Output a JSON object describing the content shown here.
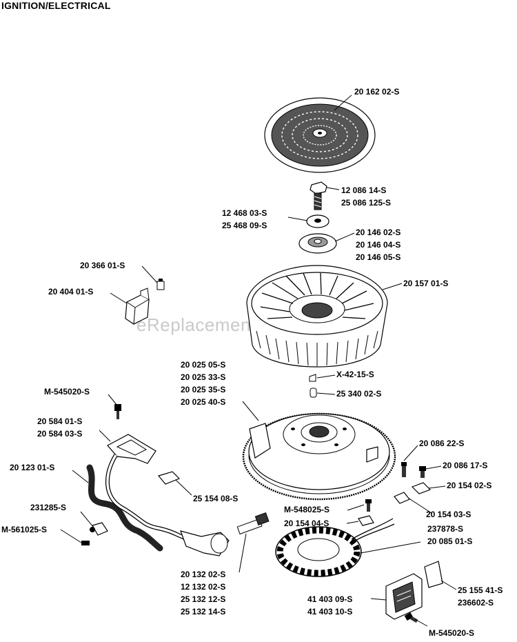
{
  "title": "IGNITION/ELECTRICAL",
  "watermark": "eReplacementParts.com",
  "labels": {
    "l201620": "20 162 02-S",
    "l120861": "12 086 14-S",
    "l250861": "25 086 125-S",
    "l124680": "12 468 03-S",
    "l254680": "25 468 09-S",
    "l201460a": "20 146 02-S",
    "l201460b": "20 146 04-S",
    "l201460c": "20 146 05-S",
    "l203660": "20 366 01-S",
    "l204040": "20 404 01-S",
    "l201570": "20 157 01-S",
    "l20025a": "20 025 05-S",
    "l20025b": "20 025 33-S",
    "l20025c": "20 025 35-S",
    "l20025d": "20 025 40-S",
    "lx4215": "X-42-15-S",
    "l253400": "25 340 02-S",
    "lm545a": "M-545020-S",
    "l20584a": "20 584 01-S",
    "l20584b": "20 584 03-S",
    "l201230": "20 123 01-S",
    "l200862": "20 086 22-S",
    "l200861": "20 086 17-S",
    "l201540": "20 154 02-S",
    "l251540": "25 154 08-S",
    "l231285": "231285-S",
    "lm548": "M-548025-S",
    "l201543": "20 154 03-S",
    "lm561": "M-561025-S",
    "l201544": "20 154 04-S",
    "l237878": "237878-S",
    "l200850": "20 085 01-S",
    "l20132a": "20 132 02-S",
    "l12132": "12 132 02-S",
    "l25132a": "25 132 12-S",
    "l25132b": "25 132 14-S",
    "l414a": "41 403 09-S",
    "l414b": "41 403 10-S",
    "l25155": "25 155 41-S",
    "l236602": "236602-S",
    "lm545b": "M-545020-S"
  }
}
